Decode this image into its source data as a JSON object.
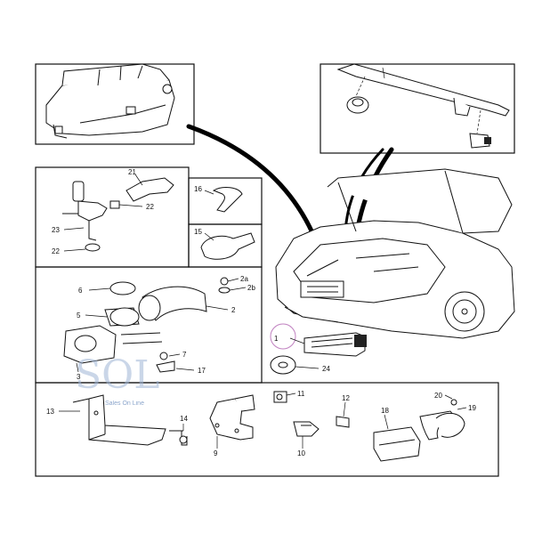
{
  "labels": {
    "p1": "1",
    "p2": "2",
    "p2a": "2a",
    "p2b": "2b",
    "p3": "3",
    "p5": "5",
    "p6": "6",
    "p7": "7",
    "p9": "9",
    "p10": "10",
    "p11": "11",
    "p12": "12",
    "p13": "13",
    "p14": "14",
    "p15": "15",
    "p16": "16",
    "p17": "17",
    "p18": "18",
    "p19": "19",
    "p20": "20",
    "p21": "21",
    "p22a": "22",
    "p22b": "22",
    "p23": "23",
    "p24": "24"
  },
  "watermark": {
    "logo": "SOL",
    "tagline": "Sales On Line"
  },
  "colors": {
    "line": "#111111",
    "watermark": "#9fb6d6",
    "highlight_circle": "#c080c0"
  }
}
